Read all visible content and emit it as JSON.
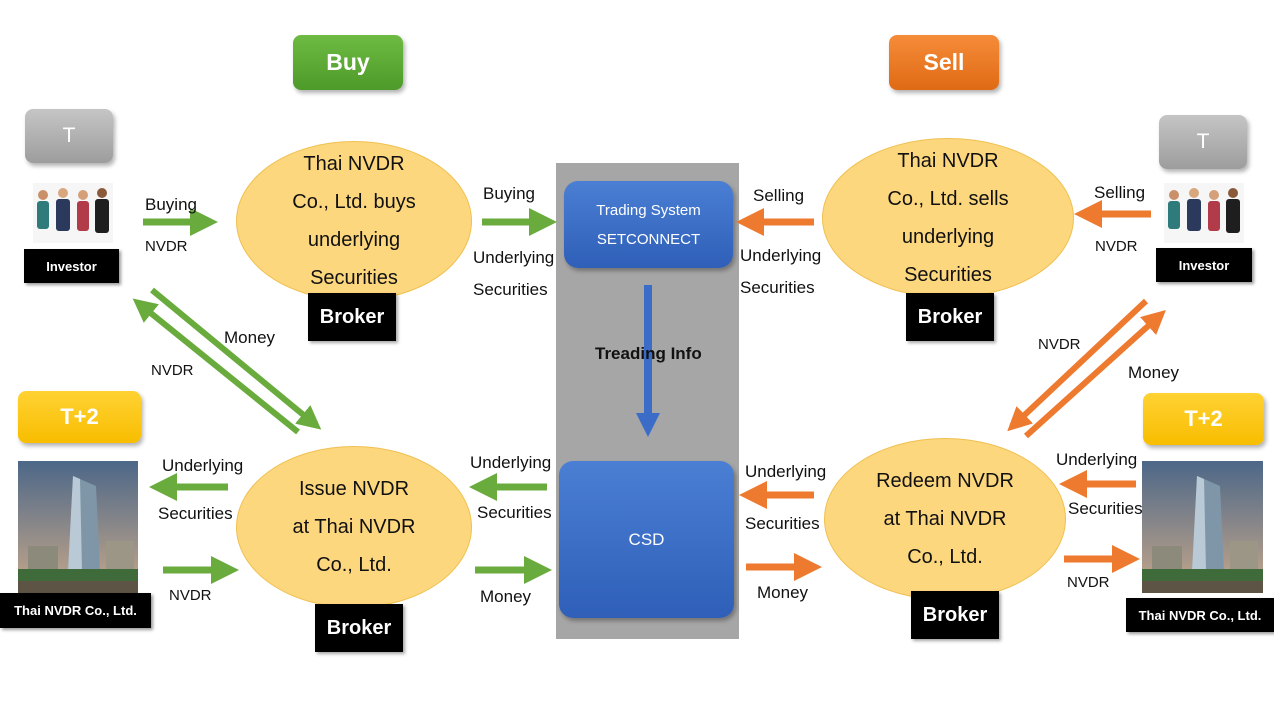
{
  "buy_label": "Buy",
  "sell_label": "Sell",
  "t_label": "T",
  "t2_label": "T+2",
  "investor_label": "Investor",
  "thai_nvdr_label": "Thai NVDR Co., Ltd.",
  "broker_label": "Broker",
  "buy_ellipse": [
    "Thai NVDR",
    "Co., Ltd. buys",
    "underlying",
    "Securities"
  ],
  "sell_ellipse": [
    "Thai NVDR",
    "Co., Ltd. sells",
    "underlying",
    "Securities"
  ],
  "issue_ellipse": [
    "Issue NVDR",
    "at Thai NVDR",
    "Co., Ltd."
  ],
  "redeem_ellipse": [
    "Redeem NVDR",
    "at Thai NVDR",
    "Co., Ltd."
  ],
  "trading_system": [
    "Trading System",
    "SETCONNECT"
  ],
  "csd_label": "CSD",
  "treading_info": "Treading Info",
  "labels": {
    "buying": "Buying",
    "selling": "Selling",
    "nvdr": "NVDR",
    "money": "Money",
    "underlying": "Underlying",
    "securities": "Securities"
  },
  "colors": {
    "green": "#6aab3e",
    "orange": "#ed7a2f",
    "blue": "#3a6cc8",
    "gray_panel": "#a6a6a6",
    "ellipse_fill": "#fdd77e"
  }
}
